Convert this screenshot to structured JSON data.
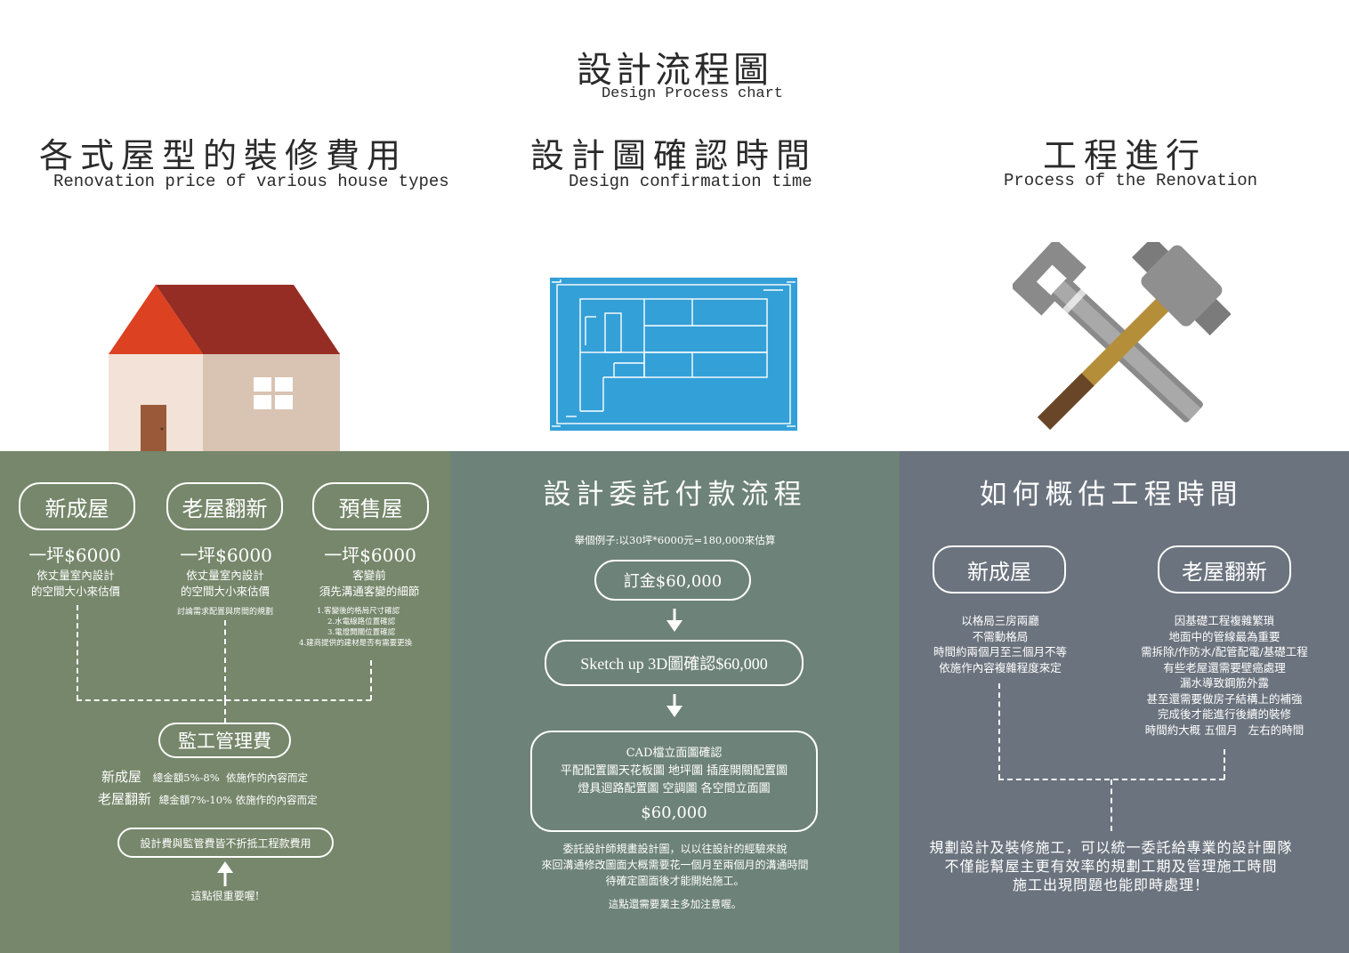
{
  "header": {
    "title": "設計流程圖",
    "subtitle": "Design Process chart"
  },
  "columns": [
    {
      "title": "各式屋型的裝修費用",
      "subtitle": "Renovation price of various house types"
    },
    {
      "title": "設計圖確認時間",
      "subtitle": "Design confirmation time"
    },
    {
      "title": "工程進行",
      "subtitle": "Process of the Renovation"
    }
  ],
  "illustrations": {
    "house": "house-icon",
    "blueprint": "blueprint-icon",
    "tools": "hammer-wrench-icon"
  },
  "colors": {
    "panel1": "#76876b",
    "panel2": "#6d8279",
    "panel3": "#6b737e",
    "roof_dark": "#962d24",
    "roof_light": "#dc4121",
    "blueprint": "#34a0d8"
  },
  "panel1": {
    "types": [
      {
        "name": "新成屋",
        "price": "一坪$6000",
        "desc1": "依丈量室內設計",
        "desc2": "的空間大小來估價"
      },
      {
        "name": "老屋翻新",
        "price": "一坪$6000",
        "desc1": "依丈量室內設計",
        "desc2": "的空間大小來估價",
        "note": "討論需求配置與房間的規劃"
      },
      {
        "name": "預售屋",
        "price": "一坪$6000",
        "desc1": "客變前",
        "desc2": "須先溝通客變的細節",
        "list": [
          "1.客變後的格局尺寸確認",
          "2.水電線路位置確認",
          "3.電燈開關位置確認",
          "4.建商提供的建材是否有需要更換"
        ]
      }
    ],
    "supervision": {
      "label": "監工管理費",
      "rows": [
        {
          "name": "新成屋",
          "detail": "總金額5%-8%  依施作的內容而定"
        },
        {
          "name": "老屋翻新",
          "detail": "總金額7%-10% 依施作的內容而定"
        }
      ]
    },
    "notice": "設計費與監管費皆不折抵工程款費用",
    "important": "這點很重要喔!"
  },
  "panel2": {
    "title": "設計委託付款流程",
    "example": "舉個例子:以30坪*6000元=180,000來估算",
    "step1": "訂金$60,000",
    "step2": "Sketch up 3D圖確認$60,000",
    "step3": {
      "line1": "CAD檔立面圖確認",
      "line2": "平配配置圖天花板圖 地坪圖 插座開關配置圖",
      "line3": "燈具迴路配置圖 空調圖 各空間立面圖",
      "amount": "$60,000"
    },
    "desc1": "委託設計師規畫設計圖，以以往設計的經驗來說",
    "desc2": "來回溝通修改圖面大概需要花一個月至兩個月的溝通時間",
    "desc3": "待確定圖面後才能開始施工。",
    "note": "這點還需要業主多加注意喔。"
  },
  "panel3": {
    "title": "如何概估工程時間",
    "new": {
      "label": "新成屋",
      "lines": [
        "以格局三房兩廳",
        "不需動格局",
        "時間約兩個月至三個月不等",
        "依施作內容複雜程度來定"
      ]
    },
    "old": {
      "label": "老屋翻新",
      "lines": [
        "因基礎工程複雜繁瑣",
        "地面中的管線最為重要",
        "需拆除/作防水/配管配電/基礎工程",
        "有些老屋還需要壁癌處理",
        "漏水導致鋼筋外露",
        "甚至還需要做房子結構上的補強",
        "完成後才能進行後續的裝修",
        "時間約大概 五個月   左右的時間"
      ]
    },
    "conclusion": [
      "規劃設計及裝修施工，可以統一委託給專業的設計團隊",
      "不僅能幫屋主更有效率的規劃工期及管理施工時間",
      "施工出現問題也能即時處理！"
    ]
  }
}
